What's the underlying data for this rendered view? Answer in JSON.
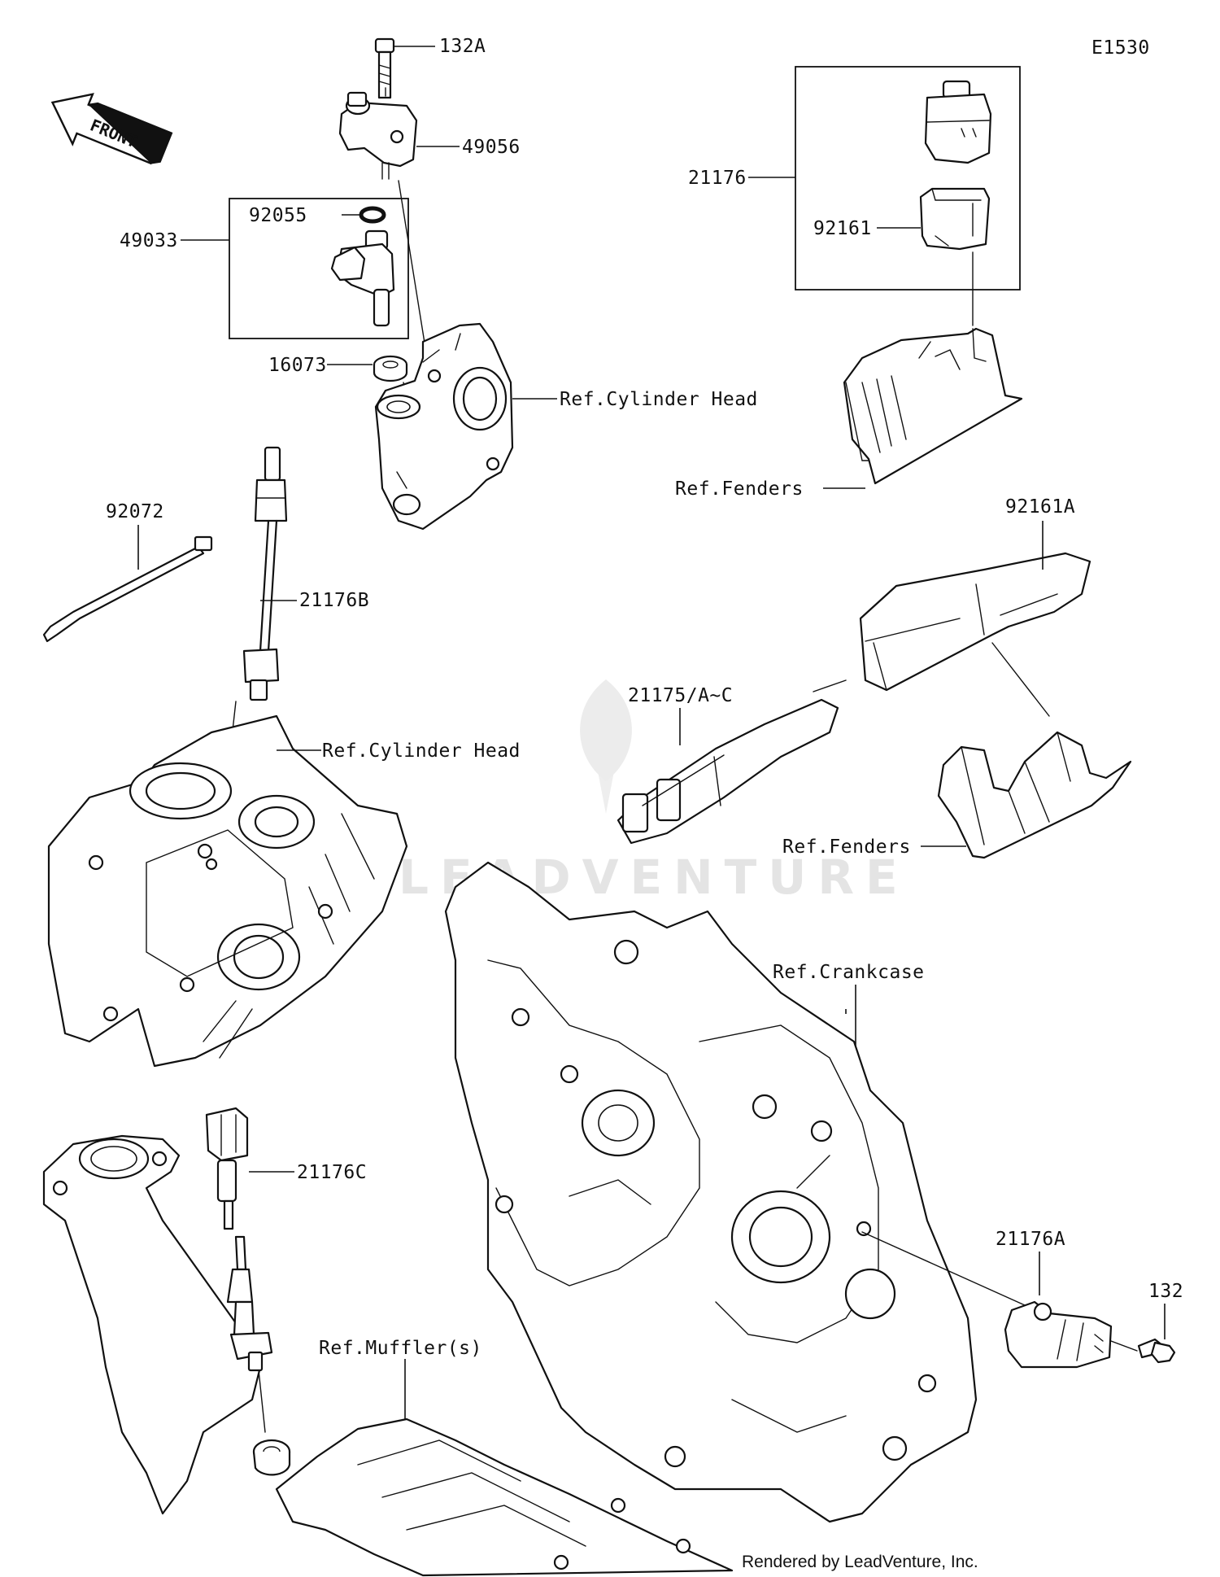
{
  "diagram_code": "E1530",
  "front_arrow_label": "FRONT",
  "watermark": "LEADVENTURE",
  "footer": "Rendered by LeadVenture, Inc.",
  "callouts": {
    "p132A": "132A",
    "p49056": "49056",
    "p92055": "92055",
    "p49033": "49033",
    "p16073": "16073",
    "ref_cyl_head_top": "Ref.Cylinder Head",
    "p21176": "21176",
    "p92161": "92161",
    "ref_fenders_top": "Ref.Fenders",
    "p92072": "92072",
    "p21176B": "21176B",
    "p92161A": "92161A",
    "p21175": "21175/A~C",
    "ref_cyl_head_mid": "Ref.Cylinder Head",
    "ref_fenders_mid": "Ref.Fenders",
    "ref_crankcase": "Ref.Crankcase",
    "p21176C": "21176C",
    "p21176A": "21176A",
    "p132": "132",
    "ref_muffler": "Ref.Muffler(s)"
  }
}
